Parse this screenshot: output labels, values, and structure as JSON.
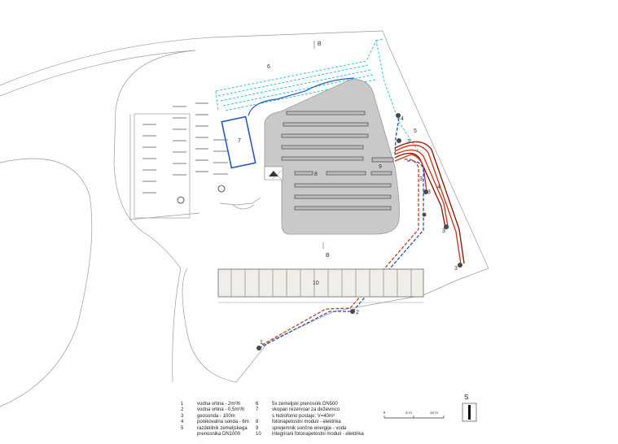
{
  "plan": {
    "section_marks": [
      "B",
      "B"
    ],
    "markers": [
      {
        "label": "1"
      },
      {
        "label": "2"
      },
      {
        "label": "3"
      },
      {
        "label": "3"
      },
      {
        "label": "3"
      },
      {
        "label": "3"
      },
      {
        "label": "3"
      },
      {
        "label": "4"
      },
      {
        "label": "4"
      },
      {
        "label": "5"
      },
      {
        "label": "6"
      },
      {
        "label": "7"
      },
      {
        "label": "8"
      },
      {
        "label": "9"
      },
      {
        "label": "10"
      }
    ],
    "colors": {
      "building": "#c9c9c9",
      "geothermal": "#d03a1a",
      "geothermal_outline": "#8a1f10",
      "water": "#1f4fb5",
      "drainage": "#33c4d8",
      "tank": "#2a56c4"
    }
  },
  "legend": {
    "left": [
      {
        "num": "1",
        "text": "vodna vrtina - 2m³/h"
      },
      {
        "num": "2",
        "text": "vodna vrtina - 0,5m³/h"
      },
      {
        "num": "3",
        "text": "geosonda - 100m"
      },
      {
        "num": "4",
        "text": "ponikovalna sonda - 6m"
      },
      {
        "num": "5",
        "text": "razdelilnik zemeljskega"
      },
      {
        "num": "",
        "text": "prenosnika DN1000"
      }
    ],
    "right": [
      {
        "num": "6",
        "text": "5x zemeljski prenosnik DN500"
      },
      {
        "num": "7",
        "text": "vkopan rezervoar za deževnico"
      },
      {
        "num": "",
        "text": "s hidrofomo postajo; V=40m³"
      },
      {
        "num": "8",
        "text": "fotonapetostni moduli - elektrika"
      },
      {
        "num": "9",
        "text": "sprejemnik sončne energije - voda"
      },
      {
        "num": "10",
        "text": "integrirani fotonapetostni moduli - elektrika"
      }
    ]
  },
  "scale": {
    "ticks": [
      "0",
      "5 m",
      "10 m"
    ]
  },
  "north": {
    "label": "S"
  }
}
